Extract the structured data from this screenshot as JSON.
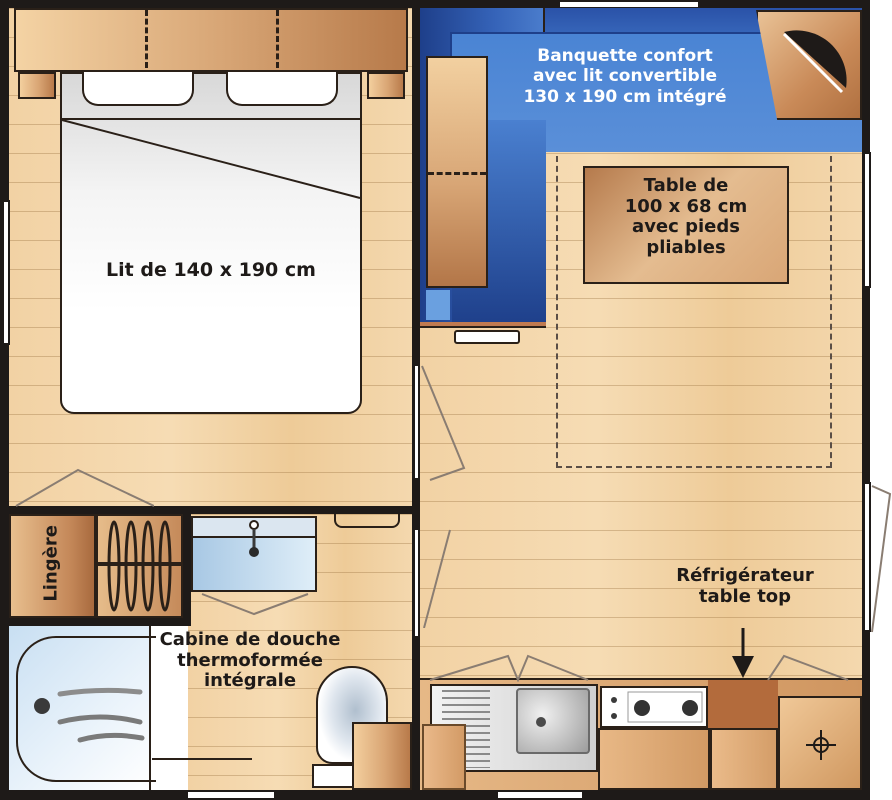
{
  "plan": {
    "title": "Mobile home floor plan",
    "colors": {
      "wall": "#1e1a18",
      "floor": "#f2d2a4",
      "banquette": "#4a7ccc",
      "banquette_dark": "#1e3f8a",
      "wood": "#c88a56",
      "white_fixtures": "#ffffff",
      "water": "#bcd6ea"
    },
    "rooms": [
      {
        "id": "bedroom",
        "label": "Lit de 140 x 190 cm"
      },
      {
        "id": "living",
        "banquette_label": [
          "Banquette confort",
          "avec lit convertible",
          "130 x 190 cm intégré"
        ],
        "table_label": [
          "Table de",
          "100 x 68 cm",
          "avec pieds",
          "pliables"
        ]
      },
      {
        "id": "storage",
        "label": "Lingère"
      },
      {
        "id": "bathroom",
        "label": [
          "Cabine de douche",
          "thermoformée",
          "intégrale"
        ]
      },
      {
        "id": "kitchen",
        "fridge_label": [
          "Réfrigérateur",
          "table top"
        ]
      }
    ],
    "icons": {
      "fridge_arrow": "down-arrow",
      "cooker": "two-burner-hob",
      "heater": "crosshair-symbol",
      "tv": "half-disc-corner"
    }
  }
}
